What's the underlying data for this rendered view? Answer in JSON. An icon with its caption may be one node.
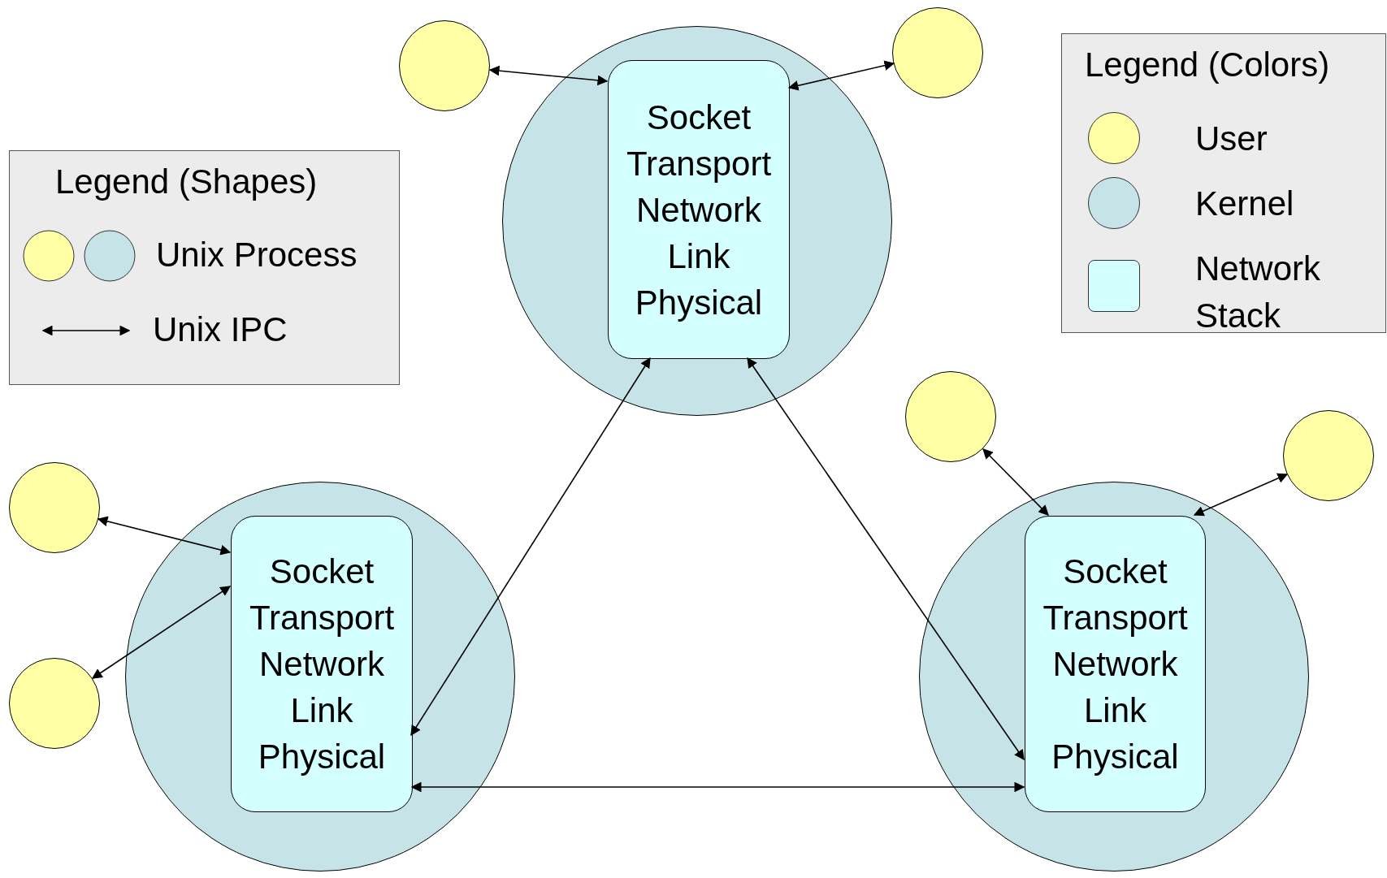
{
  "diagram": {
    "nodes": [
      {
        "text": [],
        "shape": "circle"
      },
      {
        "text": [],
        "shape": "circle"
      },
      {
        "text": [
          "Socket",
          "Transport",
          "Network",
          "Link",
          "Physical"
        ],
        "in": 1
      },
      {
        "text": [],
        "shape": "circle"
      },
      {
        "text": [],
        "shape": "circle"
      },
      {
        "text": [],
        "shape": "circle"
      },
      {
        "text": [],
        "shape": "circle"
      },
      {
        "text": [],
        "shape": "circle"
      },
      {
        "text": [
          "Socket",
          "Transport",
          "Network",
          "Link",
          "Physical"
        ],
        "in": 7
      },
      {
        "text": [],
        "shape": "circle"
      },
      {
        "text": [],
        "shape": "circle"
      },
      {
        "text": [
          "Socket",
          "Transport",
          "Network",
          "Link",
          "Physical"
        ],
        "in": 10
      }
    ],
    "edges": [
      {
        "from": 0,
        "to": 2,
        "arrow": "both"
      },
      {
        "from": 3,
        "to": 2,
        "arrow": "both"
      },
      {
        "from": 6,
        "to": 8,
        "arrow": "both"
      },
      {
        "from": 9,
        "to": 8,
        "arrow": "both"
      },
      {
        "from": 4,
        "to": 11,
        "arrow": "both"
      },
      {
        "from": 5,
        "to": 11,
        "arrow": "both"
      },
      {
        "from": 2,
        "to": 8,
        "arrow": "both"
      },
      {
        "from": 2,
        "to": 11,
        "arrow": "both"
      },
      {
        "from": 8,
        "to": 11,
        "arrow": "both"
      }
    ],
    "labels": [
      "Legend (Shapes)",
      "Legend (Colors)"
    ],
    "legend": [
      {
        "text": "Unix Process"
      },
      {
        "text": "Unix IPC"
      },
      {
        "text": "User",
        "color": "#ffffa6"
      },
      {
        "text": "Kernel",
        "color": "#c6e4e8"
      },
      {
        "text": "Network Stack",
        "color": "#d4ffff"
      }
    ]
  }
}
